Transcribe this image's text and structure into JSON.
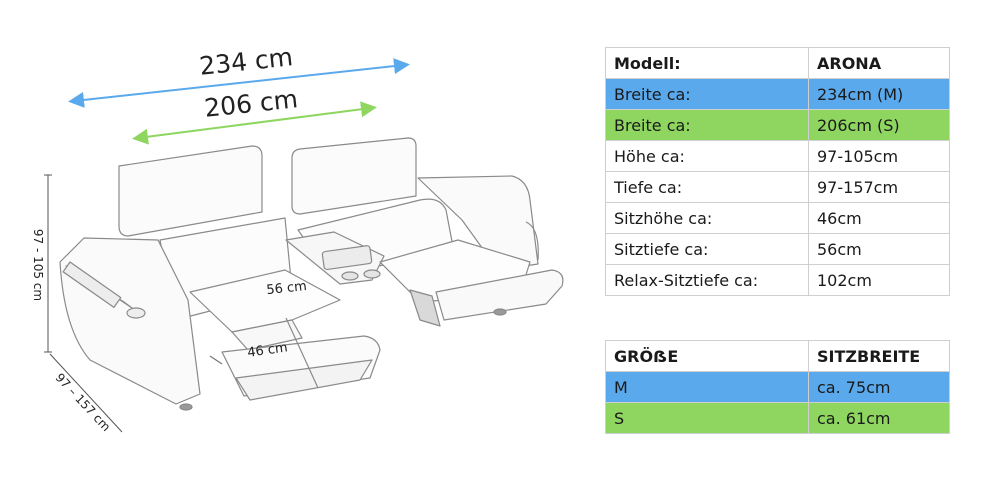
{
  "drawing": {
    "width_large": "234 cm",
    "width_small": "206 cm",
    "seat_depth": "56 cm",
    "seat_height": "46 cm",
    "height": "97 - 105 cm",
    "depth": "97 – 157 cm"
  },
  "colors": {
    "blue": "#5aa9ec",
    "green": "#8ed660"
  },
  "spec_table": {
    "header": [
      "Modell:",
      "ARONA"
    ],
    "rows": [
      [
        "Breite ca:",
        "234cm (M)"
      ],
      [
        "Breite ca:",
        "206cm (S)"
      ],
      [
        "Höhe ca:",
        "97-105cm"
      ],
      [
        "Tiefe ca:",
        "97-157cm"
      ],
      [
        "Sitzhöhe ca:",
        "46cm"
      ],
      [
        "Sitztiefe ca:",
        "56cm"
      ],
      [
        "Relax-Sitztiefe ca:",
        "102cm"
      ]
    ]
  },
  "size_table": {
    "header": [
      "GRÖẞE",
      "SITZBREITE"
    ],
    "rows": [
      [
        "M",
        "ca. 75cm"
      ],
      [
        "S",
        "ca. 61cm"
      ]
    ]
  }
}
